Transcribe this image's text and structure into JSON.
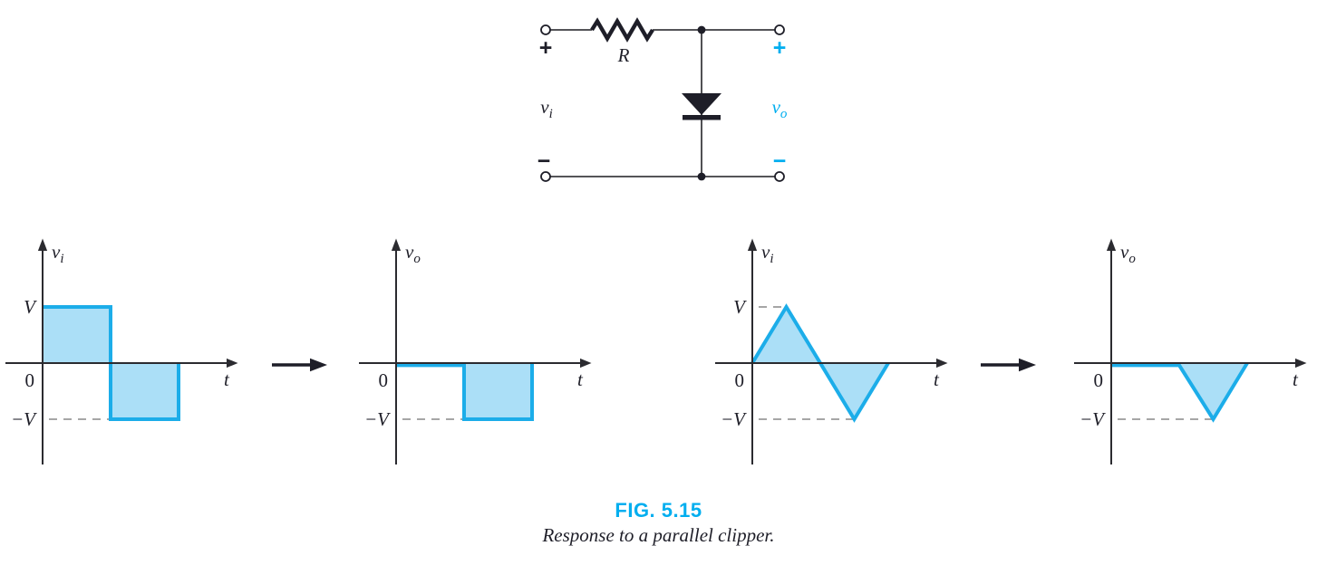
{
  "figure": {
    "label": "FIG. 5.15",
    "caption": "Response to a parallel clipper."
  },
  "colors": {
    "accent": "#00AEEF",
    "wave_stroke": "#1CADE9",
    "wave_fill": "#ABDFF7",
    "axis": "#2B2B30",
    "guide_dash": "#9A9A9A",
    "ink": "#1E1E28"
  },
  "circuit": {
    "resistor_label": "R",
    "input_plus": "+",
    "input_minus": "−",
    "input_label": {
      "base": "v",
      "sub": "i"
    },
    "output_plus": "+",
    "output_minus": "−",
    "output_label": {
      "base": "v",
      "sub": "o"
    }
  },
  "chart_data": [
    {
      "name": "input-square-wave",
      "type": "area",
      "wave": "square",
      "y_axis_label": {
        "base": "v",
        "sub": "i"
      },
      "x_axis_label": "t",
      "origin_label": "0",
      "y_tick_labels": {
        "pos": "V",
        "neg": "−V"
      },
      "points_t": [
        0,
        0.5,
        0.5,
        1,
        1
      ],
      "points_v": [
        1,
        1,
        -1,
        -1,
        0
      ],
      "guides": [
        {
          "v": -1,
          "t_from": 0,
          "t_to": 0.5
        }
      ]
    },
    {
      "name": "output-square-clipped",
      "type": "area",
      "wave": "square",
      "y_axis_label": {
        "base": "v",
        "sub": "o"
      },
      "x_axis_label": "t",
      "origin_label": "0",
      "y_tick_labels": {
        "pos": null,
        "neg": "−V"
      },
      "points_t": [
        0,
        0.5,
        0.5,
        1,
        1
      ],
      "points_v": [
        0,
        0,
        -1,
        -1,
        0
      ],
      "guides": [
        {
          "v": -1,
          "t_from": 0,
          "t_to": 0.5
        }
      ]
    },
    {
      "name": "input-triangle-wave",
      "type": "area",
      "wave": "triangle",
      "y_axis_label": {
        "base": "v",
        "sub": "i"
      },
      "x_axis_label": "t",
      "origin_label": "0",
      "y_tick_labels": {
        "pos": "V",
        "neg": "−V"
      },
      "points_t": [
        0,
        0.25,
        0.75,
        1
      ],
      "points_v": [
        0,
        1,
        -1,
        0
      ],
      "guides": [
        {
          "v": 1,
          "t_from": 0,
          "t_to": 0.25
        },
        {
          "v": -1,
          "t_from": 0,
          "t_to": 0.75
        }
      ]
    },
    {
      "name": "output-triangle-clipped",
      "type": "area",
      "wave": "triangle",
      "y_axis_label": {
        "base": "v",
        "sub": "o"
      },
      "x_axis_label": "t",
      "origin_label": "0",
      "y_tick_labels": {
        "pos": null,
        "neg": "−V"
      },
      "points_t": [
        0,
        0.5,
        0.75,
        1
      ],
      "points_v": [
        0,
        0,
        -1,
        0
      ],
      "guides": [
        {
          "v": -1,
          "t_from": 0,
          "t_to": 0.75
        }
      ]
    }
  ]
}
